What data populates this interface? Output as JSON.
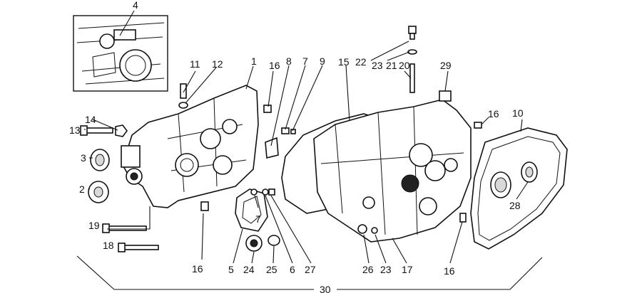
{
  "labels": {
    "l1": "1",
    "l2": "2",
    "l3": "3",
    "l4": "4",
    "l5": "5",
    "l6": "6",
    "l7a": "7",
    "l7b": "7",
    "l8": "8",
    "l9": "9",
    "l10": "10",
    "l11": "11",
    "l12": "12",
    "l13": "13",
    "l14": "14",
    "l15": "15",
    "l16a": "16",
    "l16b": "16",
    "l16c": "16",
    "l16d": "16",
    "l17": "17",
    "l18": "18",
    "l19": "19",
    "l20": "20",
    "l21": "21",
    "l22": "22",
    "l23a": "23",
    "l23b": "23",
    "l24": "24",
    "l25": "25",
    "l26": "26",
    "l27": "27",
    "l28": "28",
    "l29": "29",
    "l30": "30"
  }
}
